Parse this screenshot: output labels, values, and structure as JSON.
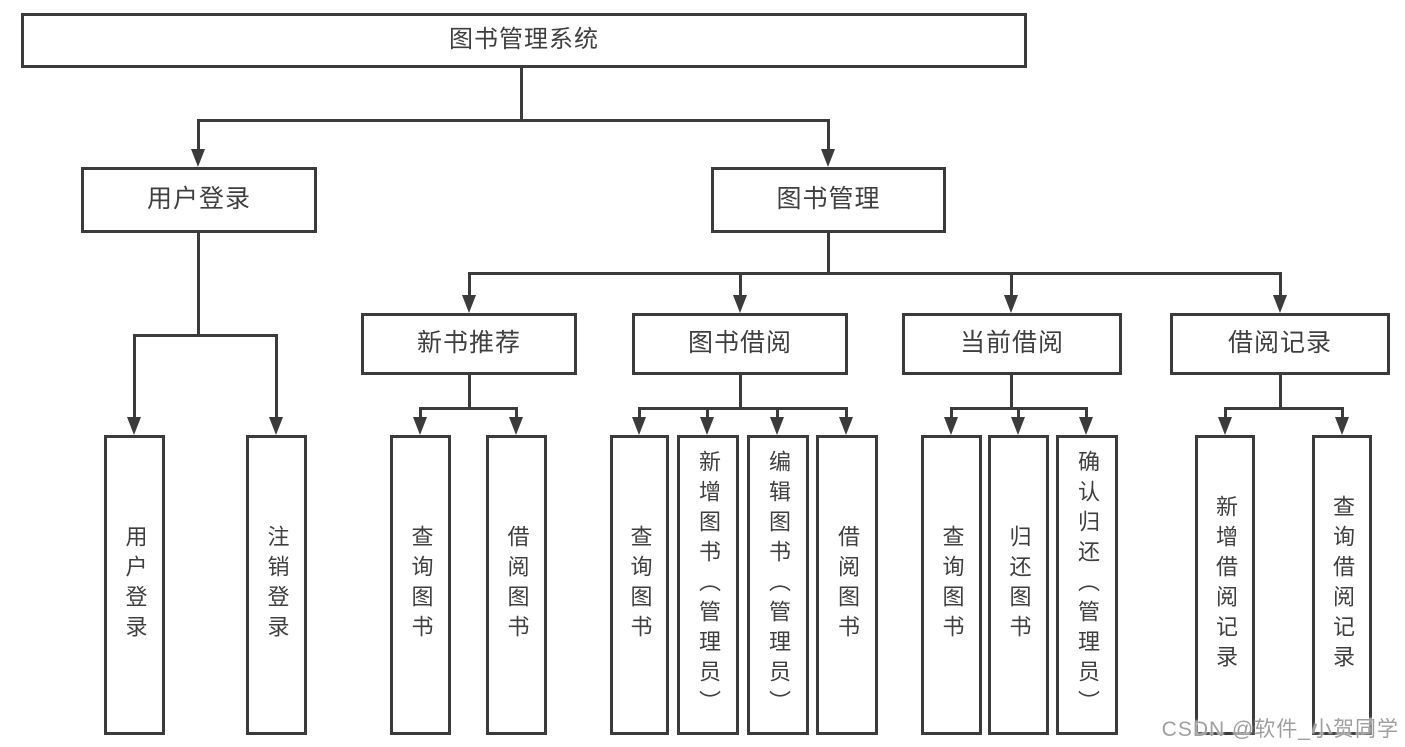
{
  "diagram": {
    "root": "图书管理系统",
    "level2": [
      "用户登录",
      "图书管理"
    ],
    "level3": [
      "新书推荐",
      "图书借阅",
      "当前借阅",
      "借阅记录"
    ],
    "leaves": {
      "user_login": [
        "用户登录",
        "注销登录"
      ],
      "new_book_recommend": [
        "查询图书",
        "借阅图书"
      ],
      "book_borrow": [
        "查询图书",
        "新增图书（管理员）",
        "编辑图书（管理员）",
        "借阅图书"
      ],
      "current_borrow": [
        "查询图书",
        "归还图书",
        "确认归还（管理员）"
      ],
      "borrow_record": [
        "新增借阅记录",
        "查询借阅记录"
      ]
    }
  },
  "watermark": "CSDN @软件_小贺同学",
  "colors": {
    "line": "#3b3b3b",
    "text": "#3f3f3f",
    "watermark": "#9f9f9f",
    "background": "#ffffff"
  }
}
